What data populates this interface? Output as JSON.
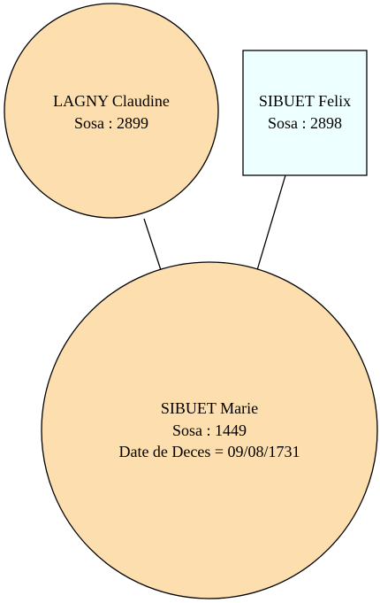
{
  "colors": {
    "female_fill": "#FDDEAE",
    "male_fill": "#EEFFFF",
    "stroke": "#000000",
    "background": "#FFFFFF"
  },
  "nodes": {
    "mother": {
      "name": "LAGNY Claudine",
      "sosa": "Sosa : 2899",
      "shape": "circle"
    },
    "father": {
      "name": "SIBUET Felix",
      "sosa": "Sosa : 2898",
      "shape": "square"
    },
    "child": {
      "name": "SIBUET Marie",
      "sosa": "Sosa : 1449",
      "death": "Date de Deces = 09/08/1731",
      "shape": "circle"
    }
  }
}
